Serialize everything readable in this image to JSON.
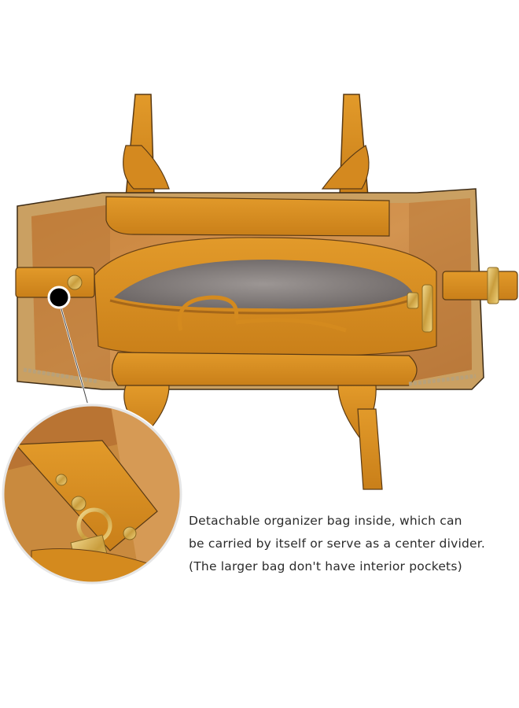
{
  "caption": {
    "lines": [
      "Detachable organizer bag inside, which can",
      "be carried by itself or serve as a center divider.",
      "(The larger bag don't have interior pockets)"
    ]
  },
  "colors": {
    "background": "#ffffff",
    "leather": "#d98e1e",
    "leather_dark": "#b8711a",
    "suede_interior": "#c98a3e",
    "lining": "#8a8583",
    "hardware_gold": "#d9b45a",
    "accent_black": "#000000"
  }
}
